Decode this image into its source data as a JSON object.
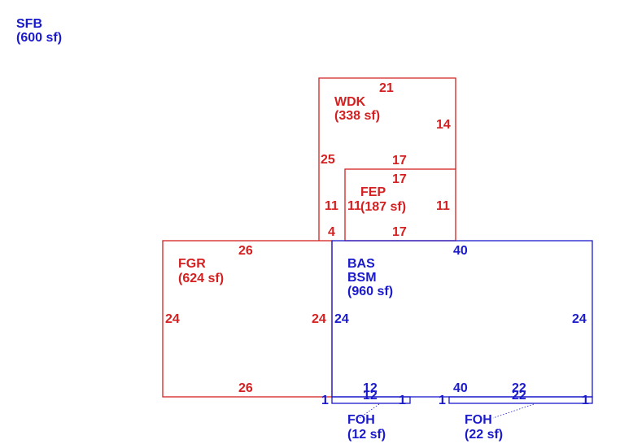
{
  "colors": {
    "red": "#d42020",
    "blue": "#1a1acc"
  },
  "sfb": {
    "code": "SFB",
    "area": "(600 sf)"
  },
  "wdk": {
    "code": "WDK",
    "area": "(338 sf)",
    "top": "21",
    "right": "14",
    "left": "25",
    "bottom": "17"
  },
  "fep": {
    "code": "FEP",
    "area": "(187 sf)",
    "top": "17",
    "left": "11",
    "left_inner": "11",
    "right": "11",
    "bottom": "17"
  },
  "fgr": {
    "code": "FGR",
    "area": "(624 sf)",
    "top": "26",
    "left": "24",
    "right": "24",
    "bottom": "26",
    "notch": "4"
  },
  "bas": {
    "code1": "BAS",
    "code2": "BSM",
    "area": "(960 sf)",
    "top": "40",
    "left": "24",
    "right": "24",
    "bottom": "40"
  },
  "foh1": {
    "code": "FOH",
    "area": "(12 sf)",
    "top": "12",
    "bottom": "12",
    "left": "1",
    "right": "1"
  },
  "foh2": {
    "code": "FOH",
    "area": "(22 sf)",
    "top": "22",
    "bottom": "22",
    "left": "1",
    "right": "1"
  }
}
